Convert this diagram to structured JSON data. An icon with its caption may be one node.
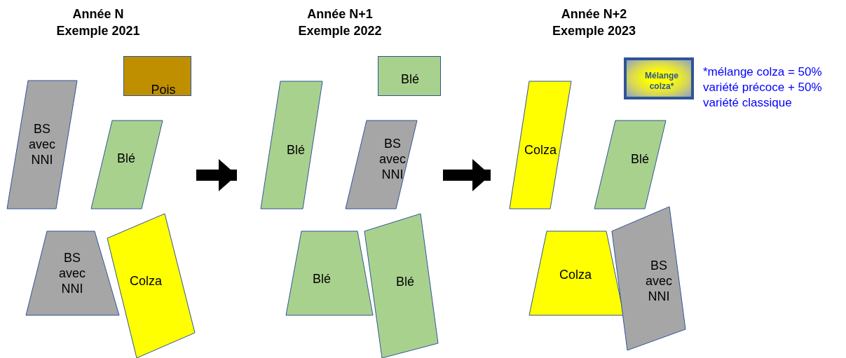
{
  "diagram": {
    "nodes": [
      {
        "text": [
          "Année N Exemple 2021"
        ]
      },
      {
        "text": [
          "Pois"
        ],
        "in": 0
      },
      {
        "text": [
          "BS avec NNI"
        ],
        "in": 0
      },
      {
        "text": [
          "Blé"
        ],
        "in": 0
      },
      {
        "text": [
          "BS avec NNI"
        ],
        "in": 0
      },
      {
        "text": [
          "Colza"
        ],
        "in": 0
      },
      {
        "text": [
          "Année N+1 Exemple 2022"
        ]
      },
      {
        "text": [
          "Blé"
        ],
        "in": 6
      },
      {
        "text": [
          "Blé"
        ],
        "in": 6
      },
      {
        "text": [
          "BS avec NNI"
        ],
        "in": 6
      },
      {
        "text": [
          "Blé"
        ],
        "in": 6
      },
      {
        "text": [
          "Blé"
        ],
        "in": 6
      },
      {
        "text": [
          "Année N+2 Exemple 2023"
        ]
      },
      {
        "text": [
          "Mélange colza*"
        ],
        "in": 12
      },
      {
        "text": [
          "Colza"
        ],
        "in": 12
      },
      {
        "text": [
          "Blé"
        ],
        "in": 12
      },
      {
        "text": [
          "Colza"
        ],
        "in": 12
      },
      {
        "text": [
          "BS avec NNI"
        ],
        "in": 12
      }
    ],
    "edges": [
      {
        "from": 0,
        "to": 6,
        "arrow": "to"
      },
      {
        "from": 6,
        "to": 12,
        "arrow": "to"
      }
    ],
    "labels": [
      "*mélange colza = 50% variété précoce + 50% variété classique"
    ]
  }
}
